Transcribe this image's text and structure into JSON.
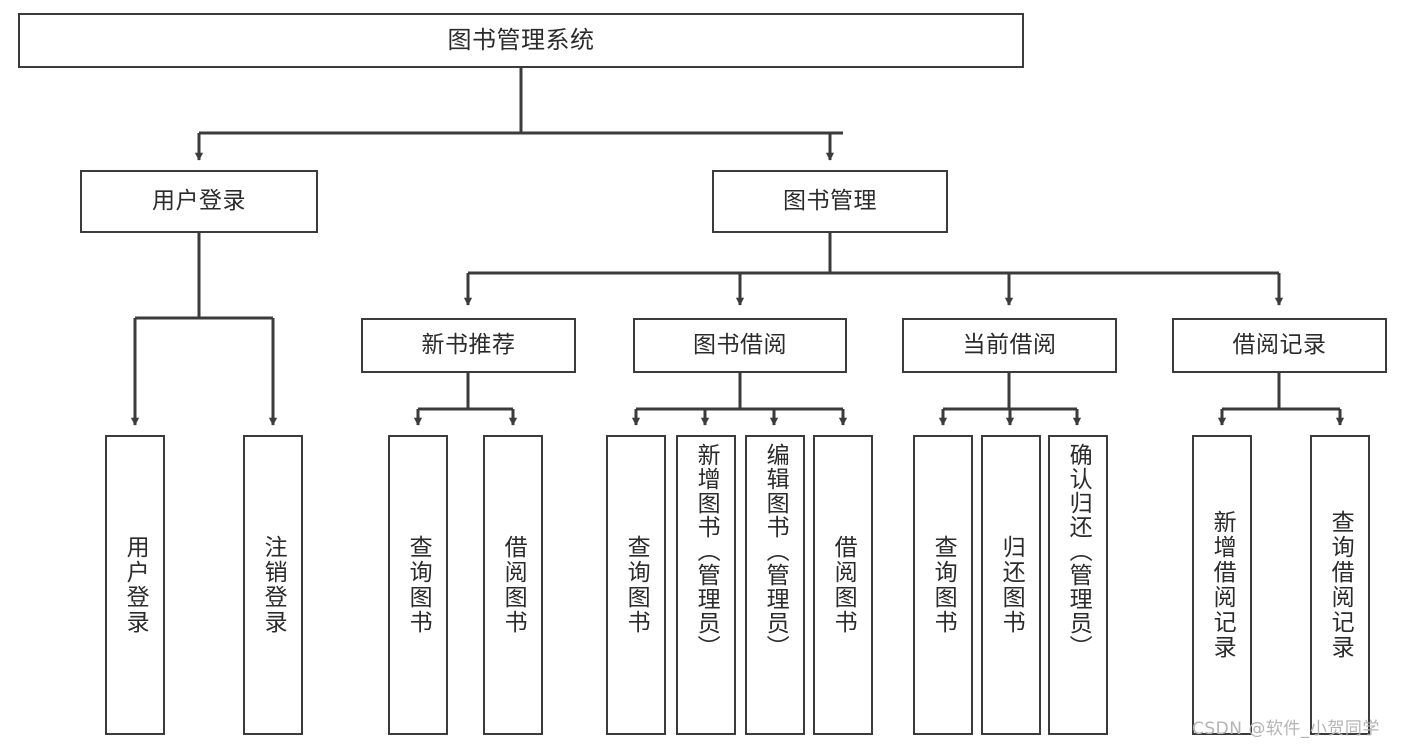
{
  "diagram": {
    "title": "图书管理系统",
    "type": "tree",
    "orientation": "top-down",
    "colors": {
      "border": "#3b3b3b",
      "text": "#2b2b2b",
      "background": "#ffffff",
      "edge": "#3b3b3b",
      "watermark": "#b4b4b4"
    }
  },
  "watermark": {
    "text": "CSDN @软件_小贺同学"
  },
  "nodes": {
    "root": {
      "label": "图书管理系统"
    },
    "level1": [
      {
        "label": "用户登录"
      },
      {
        "label": "图书管理"
      }
    ],
    "level2": [
      {
        "label": "新书推荐"
      },
      {
        "label": "图书借阅"
      },
      {
        "label": "当前借阅"
      },
      {
        "label": "借阅记录"
      }
    ],
    "leaves": {
      "user_login": [
        {
          "label": "用户登录"
        },
        {
          "label": "注销登录"
        }
      ],
      "new_book_recommend": [
        {
          "label": "查询图书"
        },
        {
          "label": "借阅图书"
        }
      ],
      "book_borrow": [
        {
          "label": "查询图书"
        },
        {
          "label": "新增图书（管理员）"
        },
        {
          "label": "编辑图书（管理员）"
        },
        {
          "label": "借阅图书"
        }
      ],
      "current_borrow": [
        {
          "label": "查询图书"
        },
        {
          "label": "归还图书"
        },
        {
          "label": "确认归还（管理员）"
        }
      ],
      "borrow_record": [
        {
          "label": "新增借阅记录"
        },
        {
          "label": "查询借阅记录"
        }
      ]
    }
  }
}
